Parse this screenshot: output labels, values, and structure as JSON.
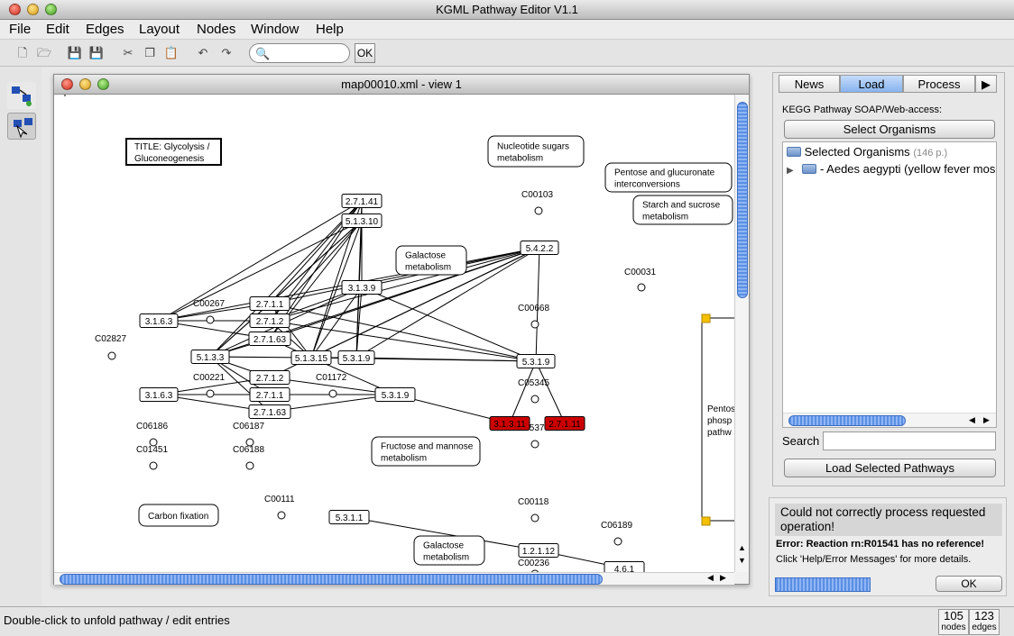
{
  "window": {
    "title": "KGML Pathway Editor V1.1"
  },
  "menu": [
    "File",
    "Edit",
    "Edges",
    "Layout",
    "Nodes",
    "Window",
    "Help"
  ],
  "toolbar": {
    "search_value": "",
    "ok_label": "OK"
  },
  "view": {
    "title": "map00010.xml - view 1"
  },
  "diagram": {
    "title_node": [
      "TITLE: Glycolysis /",
      "Gluconeogenesis"
    ],
    "maps": [
      {
        "id": "m-nucleotide",
        "lines": [
          "Nucleotide sugars",
          "metabolism"
        ]
      },
      {
        "id": "m-pentose",
        "lines": [
          "Pentose and glucuronate",
          "interconversions"
        ]
      },
      {
        "id": "m-starch",
        "lines": [
          "Starch and sucrose",
          "metabolism"
        ]
      },
      {
        "id": "m-galactose1",
        "lines": [
          "Galactose",
          "metabolism"
        ]
      },
      {
        "id": "m-fructose",
        "lines": [
          "Fructose and mannose",
          "metabolism"
        ]
      },
      {
        "id": "m-carbon",
        "lines": [
          "Carbon fixation"
        ]
      },
      {
        "id": "m-galactose2",
        "lines": [
          "Galactose",
          "metabolism"
        ]
      }
    ],
    "enzymes": [
      {
        "id": "e1",
        "label": "2.7.1.41"
      },
      {
        "id": "e2",
        "label": "5.1.3.10"
      },
      {
        "id": "e3",
        "label": "5.4.2.2"
      },
      {
        "id": "e4",
        "label": "3.1.3.9"
      },
      {
        "id": "e5",
        "label": "3.1.6.3"
      },
      {
        "id": "e6",
        "label": "2.7.1.1"
      },
      {
        "id": "e7",
        "label": "2.7.1.2"
      },
      {
        "id": "e8",
        "label": "2.7.1.63"
      },
      {
        "id": "e9",
        "label": "5.1.3.3"
      },
      {
        "id": "e10",
        "label": "5.1.3.15"
      },
      {
        "id": "e11",
        "label": "5.3.1.9"
      },
      {
        "id": "e12",
        "label": "5.3.1.9"
      },
      {
        "id": "e13",
        "label": "3.1.6.3"
      },
      {
        "id": "e14",
        "label": "2.7.1.2"
      },
      {
        "id": "e15",
        "label": "2.7.1.1"
      },
      {
        "id": "e16",
        "label": "2.7.1.63"
      },
      {
        "id": "e17",
        "label": "5.3.1.9"
      },
      {
        "id": "e18",
        "label": "3.1.3.11"
      },
      {
        "id": "e19",
        "label": "2.7.1.11"
      },
      {
        "id": "e20",
        "label": "5.3.1.1"
      },
      {
        "id": "e21",
        "label": "1.2.1.12"
      },
      {
        "id": "e22",
        "label": "4.6.1"
      }
    ],
    "compounds": [
      {
        "id": "c1",
        "label": "C00103"
      },
      {
        "id": "c2",
        "label": "C00031"
      },
      {
        "id": "c3",
        "label": "C00267"
      },
      {
        "id": "c4",
        "label": "C00668"
      },
      {
        "id": "c5",
        "label": "C02827"
      },
      {
        "id": "c6",
        "label": "C00221"
      },
      {
        "id": "c7",
        "label": "C01172"
      },
      {
        "id": "c8",
        "label": "C05345"
      },
      {
        "id": "c9",
        "label": "C05378"
      },
      {
        "id": "c10",
        "label": "C06186"
      },
      {
        "id": "c11",
        "label": "C06187"
      },
      {
        "id": "c12",
        "label": "C01451"
      },
      {
        "id": "c13",
        "label": "C06188"
      },
      {
        "id": "c14",
        "label": "C00111"
      },
      {
        "id": "c15",
        "label": "C00118"
      },
      {
        "id": "c16",
        "label": "C06189"
      },
      {
        "id": "c17",
        "label": "C00236"
      }
    ],
    "side_node_lines": [
      "Pentos",
      "phosp",
      "pathw"
    ]
  },
  "right_panel": {
    "tabs": [
      "News",
      "Load",
      "Process"
    ],
    "active_tab": "Load",
    "source_label": "KEGG Pathway SOAP/Web-access:",
    "select_organisms_label": "Select Organisms",
    "tree_root": "Selected Organisms",
    "tree_root_count": "(146 p.)",
    "tree_child": "- Aedes aegypti (yellow fever mosquito)",
    "search_label": "Search",
    "search_value": "",
    "load_button": "Load Selected Pathways"
  },
  "error": {
    "title": "Could not correctly process requested operation!",
    "detail": "Error: Reaction rn:R01541 has no reference!",
    "hint": "Click 'Help/Error Messages' for more details.",
    "ok_label": "OK"
  },
  "status": {
    "message": "Double-click to unfold pathway / edit entries",
    "nodes_count": "105",
    "nodes_label": "nodes",
    "edges_count": "123",
    "edges_label": "edges"
  },
  "colors": {
    "highlight_node": "#cc0000",
    "scroll_accent": "#5b8fe3",
    "error_bg": "#d6d6d6"
  }
}
